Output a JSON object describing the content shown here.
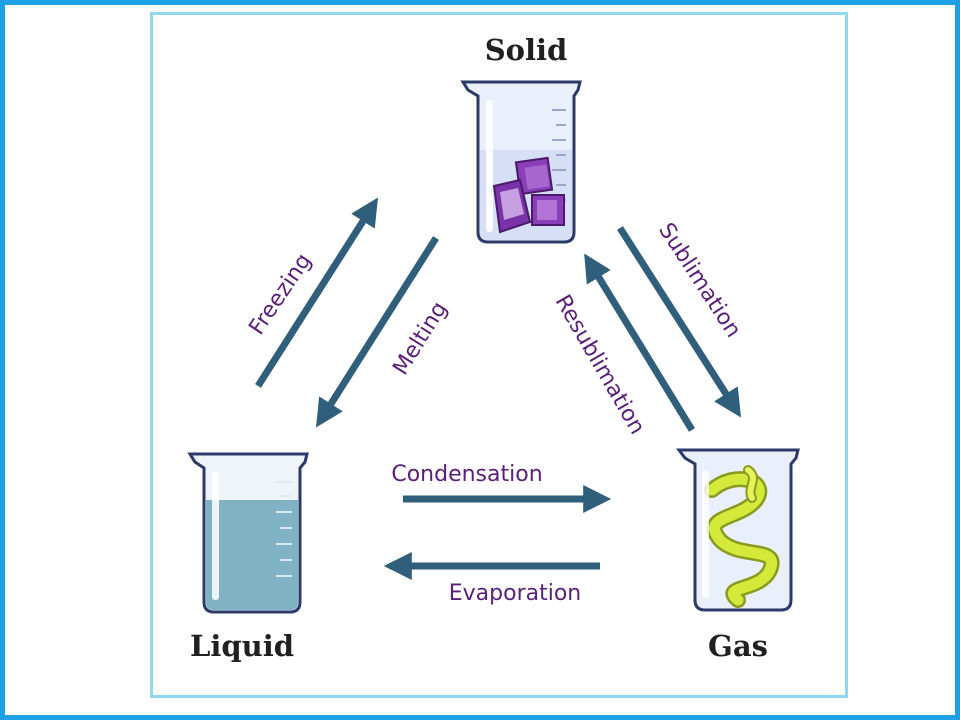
{
  "states": {
    "solid": "Solid",
    "liquid": "Liquid",
    "gas": "Gas"
  },
  "processes": {
    "freezing": "Freezing",
    "melting": "Melting",
    "sublimation": "Sublimation",
    "resublimation": "Resublimation",
    "condensation": "Condensation",
    "evaporation": "Evaporation"
  },
  "colors": {
    "outer_border": "#1da1e6",
    "inner_border": "#8fd8ef",
    "arrow": "#2f5f7a",
    "process_text": "#5a1f78",
    "state_text": "#202020",
    "ice_cube": "#8a3fb8",
    "water": "#7fb2c2",
    "gas_swirl": "#d4ea3a"
  }
}
